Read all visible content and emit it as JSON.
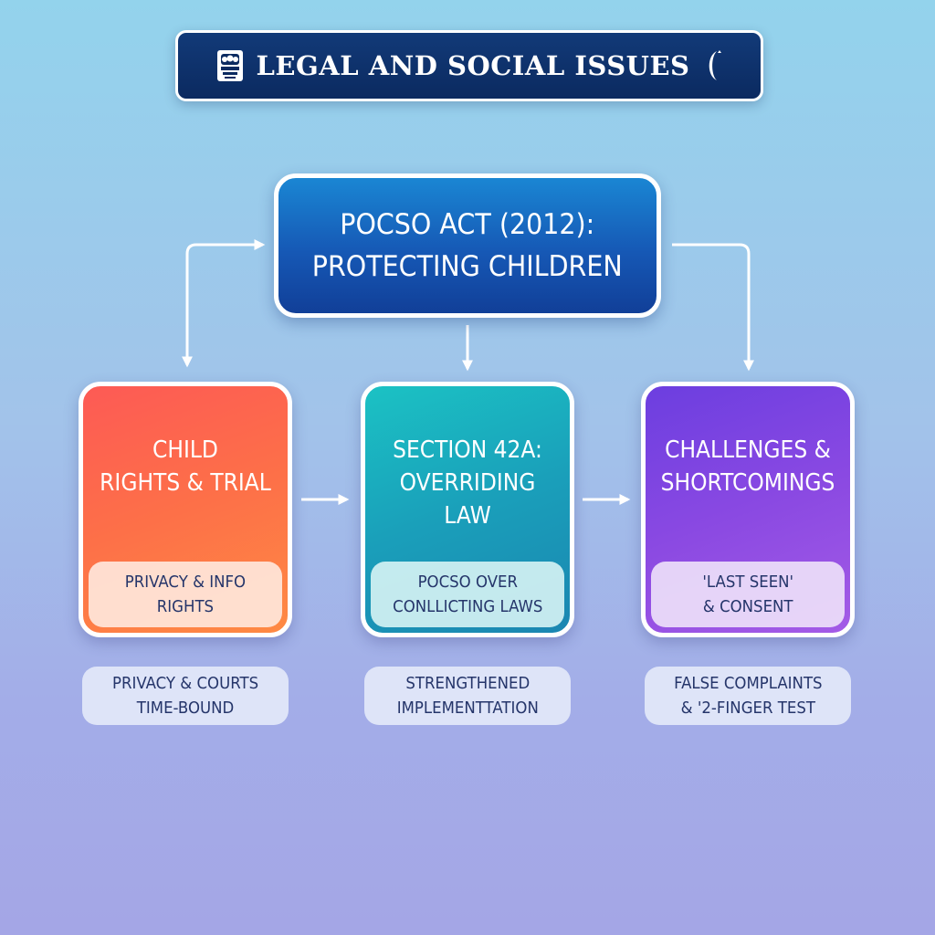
{
  "banner": {
    "title": "LEGAL AND SOCIAL ISSUES",
    "left_icon": "emblem-icon",
    "right_icon": "crescent-icon"
  },
  "root": {
    "title": "POCSO ACT (2012):\nPROTECTING CHILDREN"
  },
  "cards": [
    {
      "title": "CHILD\nRIGHTS & TRIAL",
      "subtitle": "PRIVACY & INFO\nRIGHTS",
      "pill": "PRIVACY & COURTS\nTIME-BOUND"
    },
    {
      "title": "SECTION 42A:\nOVERRIDING LAW",
      "subtitle": "POCSO OVER\nCONLLICTING LAWS",
      "pill": "STRENGTHENED\nIMPLEMENTTATION"
    },
    {
      "title": "CHALLENGES &\nSHORTCOMINGS",
      "subtitle": "'LAST SEEN'\n& CONSENT",
      "pill": "FALSE COMPLAINTS\n& '2-FINGER TEST"
    }
  ],
  "colors": {
    "banner": "#0b2a60",
    "root": "#1658b5",
    "card_1": "#fd6a4c",
    "card_2": "#1a9fba",
    "card_3": "#8a49e2",
    "text_dark": "#25356a"
  }
}
